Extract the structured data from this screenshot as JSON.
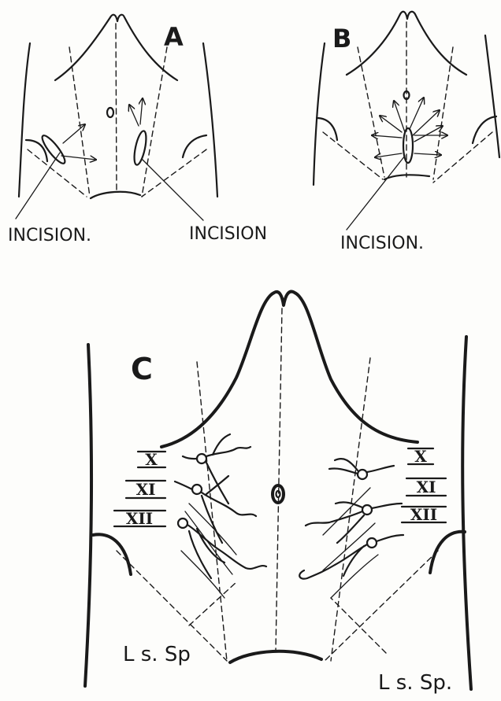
{
  "panels": {
    "a": {
      "letter": "A",
      "incision_left": "INCISION.",
      "incision_right": "INCISION"
    },
    "b": {
      "letter": "B",
      "incision": "INCISION."
    },
    "c": {
      "letter": "C",
      "nerves_left": [
        "X",
        "XI",
        "XII"
      ],
      "nerves_right": [
        "X",
        "XI",
        "XII"
      ],
      "label_left": "L s. Sp",
      "label_right": "L s. Sp."
    }
  }
}
